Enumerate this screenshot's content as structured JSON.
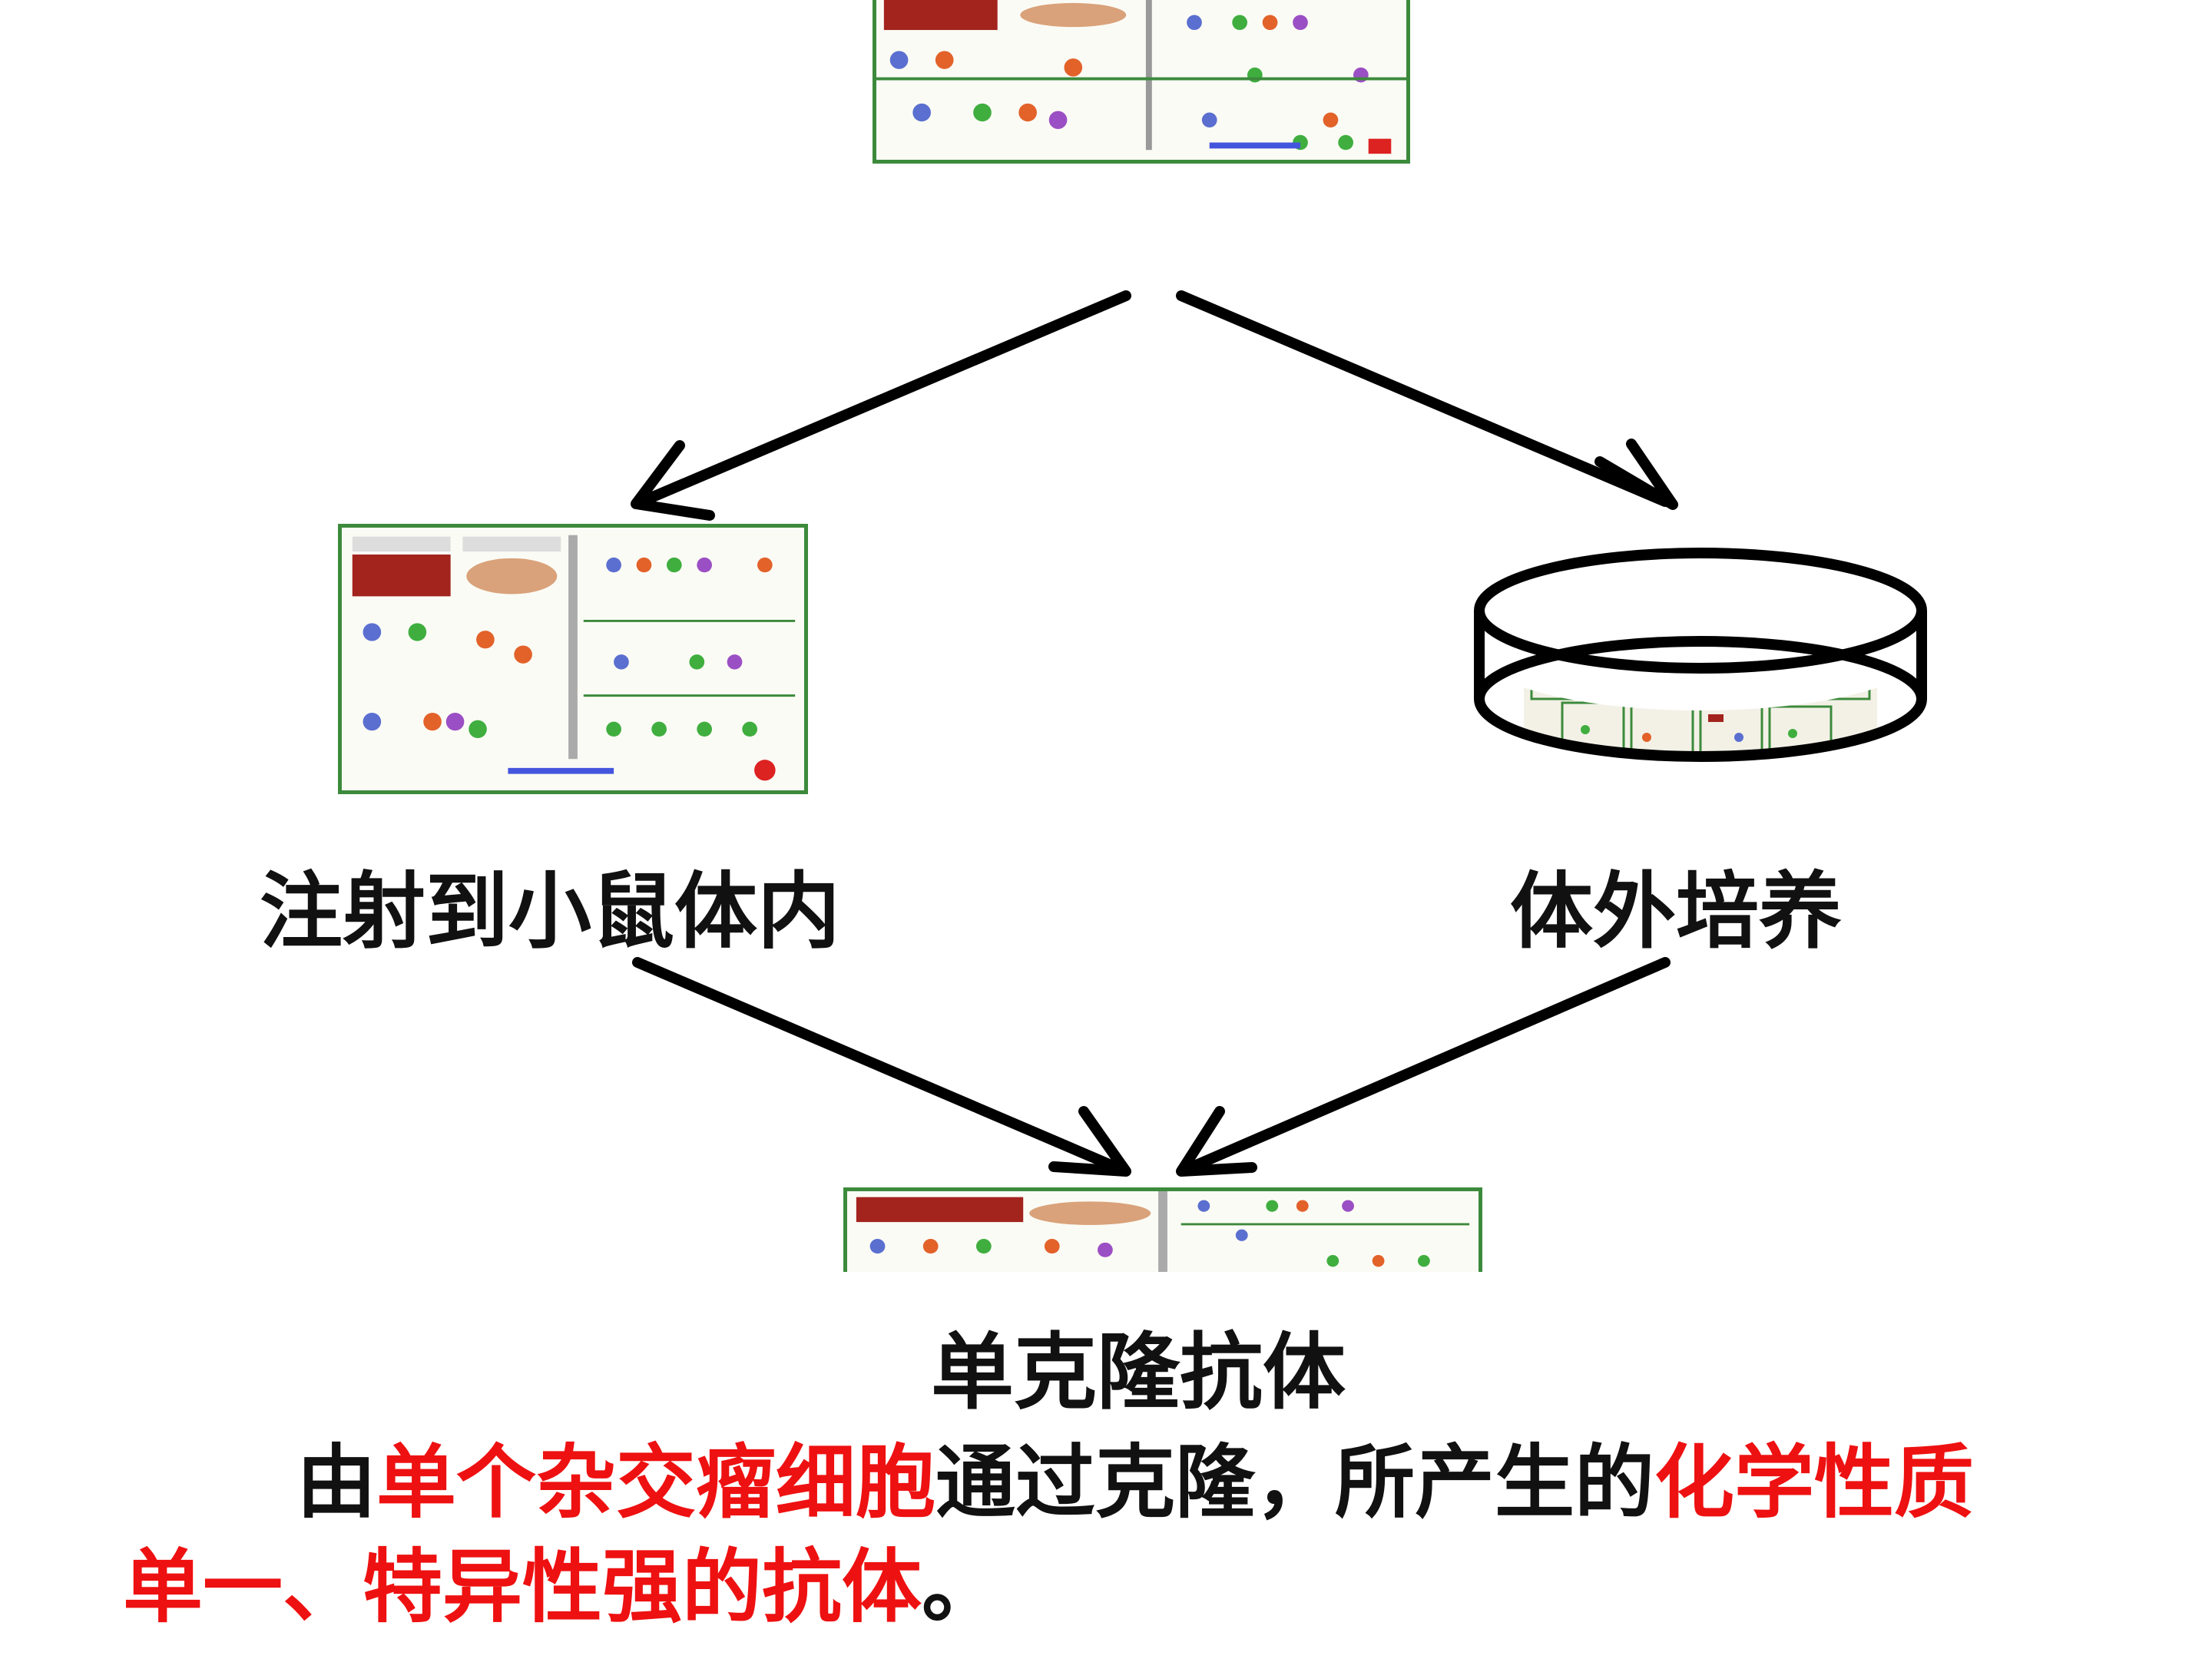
{
  "colors": {
    "highlight": "#ee1111",
    "text": "#111111",
    "frame": "#3c8a3c"
  },
  "labels": {
    "in_vivo": "注射到小鼠体内",
    "in_vitro": "体外培养",
    "product": "单克隆抗体"
  },
  "caption": {
    "line1": [
      {
        "text": "由",
        "red": false
      },
      {
        "text": "单个杂交瘤细胞",
        "red": true
      },
      {
        "text": "通过克隆，所产生的",
        "red": false
      },
      {
        "text": "化学性质",
        "red": true
      }
    ],
    "line2": [
      {
        "text": "单一、特异性强的抗体",
        "red": true
      },
      {
        "text": "。",
        "red": false
      }
    ]
  }
}
